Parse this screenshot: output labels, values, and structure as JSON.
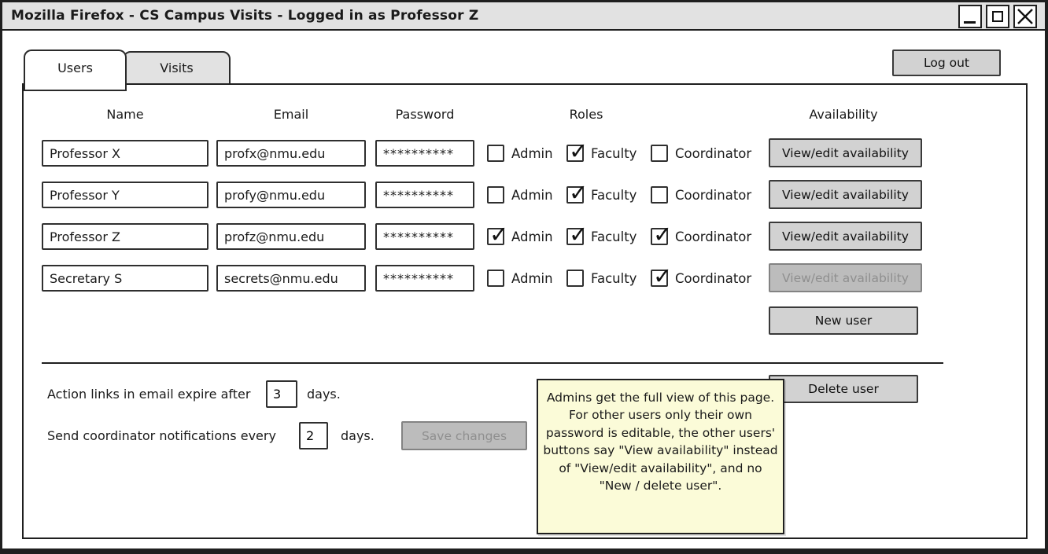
{
  "window": {
    "title": "Mozilla Firefox - CS Campus Visits - Logged in as Professor Z",
    "control_icons": [
      "minimize-icon",
      "maximize-icon",
      "close-icon"
    ]
  },
  "tabs": [
    {
      "label": "Users",
      "active": true
    },
    {
      "label": "Visits",
      "active": false
    }
  ],
  "logout": {
    "label": "Log out"
  },
  "users_table": {
    "headers": {
      "name": "Name",
      "email": "Email",
      "password": "Password",
      "roles": "Roles",
      "availability": "Availability"
    },
    "role_labels": {
      "admin": "Admin",
      "faculty": "Faculty",
      "coordinator": "Coordinator"
    },
    "rows": [
      {
        "name": "Professor X",
        "email": "profx@nmu.edu",
        "password": "**********",
        "roles": {
          "admin": false,
          "faculty": true,
          "coordinator": false
        },
        "availability_button": {
          "label": "View/edit availability",
          "enabled": true
        }
      },
      {
        "name": "Professor Y",
        "email": "profy@nmu.edu",
        "password": "**********",
        "roles": {
          "admin": false,
          "faculty": true,
          "coordinator": false
        },
        "availability_button": {
          "label": "View/edit availability",
          "enabled": true
        }
      },
      {
        "name": "Professor Z",
        "email": "profz@nmu.edu",
        "password": "**********",
        "roles": {
          "admin": true,
          "faculty": true,
          "coordinator": true
        },
        "availability_button": {
          "label": "View/edit availability",
          "enabled": true
        }
      },
      {
        "name": "Secretary S",
        "email": "secrets@nmu.edu",
        "password": "**********",
        "roles": {
          "admin": false,
          "faculty": false,
          "coordinator": true
        },
        "availability_button": {
          "label": "View/edit availability",
          "enabled": false
        }
      }
    ]
  },
  "actions": {
    "new_user": {
      "label": "New user",
      "enabled": true
    },
    "delete_user": {
      "label": "Delete user",
      "enabled": true
    },
    "save_changes": {
      "label": "Save changes",
      "enabled": false
    }
  },
  "settings": {
    "expire": {
      "before": "Action links in email expire after",
      "value": "3",
      "after": "days."
    },
    "notify": {
      "before": "Send coordinator notifications every",
      "value": "2",
      "after": "days."
    }
  },
  "note": {
    "text": "Admins get the full view of this page. For other users only their own password is editable, the other users' buttons say \"View availability\" instead of \"View/edit availability\", and no \"New / delete user\"."
  },
  "colors": {
    "titlebar_bg": "#e2e2e2",
    "inactive_tab_bg": "#e2e2e2",
    "button_bg": "#d2d2d2",
    "disabled_button_bg": "#bcbcbc",
    "disabled_button_text": "#8f8f8f",
    "note_bg": "#fbfbd8",
    "border": "#1f1f1f"
  }
}
